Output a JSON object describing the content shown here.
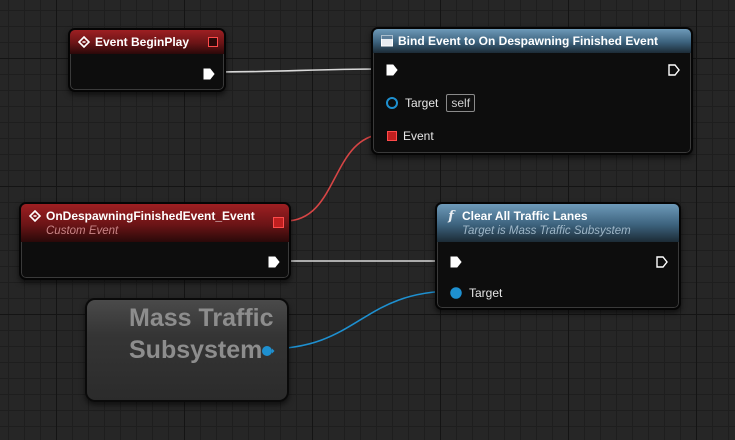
{
  "nodes": {
    "begin_play": {
      "title": "Event BeginPlay",
      "icon": "event-diamond-icon",
      "header_color": "#9e1f22"
    },
    "bind_event": {
      "title": "Bind Event to On Despawning Finished Event",
      "icon": "bind-window-icon",
      "header_color": "#6e9ab9",
      "target_label": "Target",
      "target_value": "self",
      "event_label": "Event"
    },
    "custom_event": {
      "title": "OnDespawningFinishedEvent_Event",
      "subtitle": "Custom Event",
      "icon": "event-diamond-icon",
      "header_color": "#9e1f22"
    },
    "clear_lanes": {
      "title": "Clear All Traffic Lanes",
      "subtitle": "Target is Mass Traffic Subsystem",
      "icon": "function-icon",
      "icon_glyph": "f",
      "header_color": "#6e9ab9",
      "target_label": "Target"
    },
    "mass_traffic": {
      "title": "Mass Traffic Subsystem"
    }
  },
  "colors": {
    "exec_wire": "#d9d9d9",
    "delegate_wire": "#d64545",
    "object_wire": "#1e90d0"
  }
}
